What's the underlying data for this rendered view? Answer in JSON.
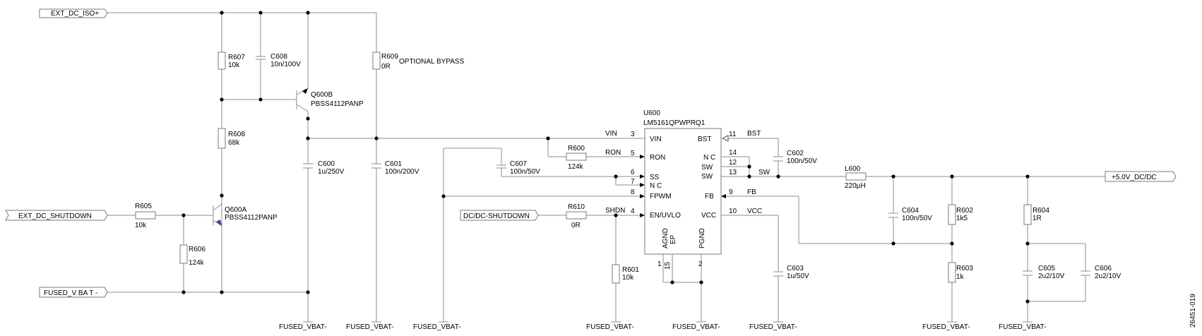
{
  "ports": {
    "ext_dc_iso": "EXT_DC_ISO+",
    "ext_dc_shutdown": "EXT_DC_SHUTDOWN",
    "fused_vbat": "FUSED_V BA T -",
    "dcdc_shutdown": "DC/DC-SHUTDOWN",
    "out_5v": "+5.0V_DC/DC"
  },
  "grounds": {
    "label": "FUSED_VBAT-"
  },
  "parts": {
    "r607": {
      "ref": "R607",
      "val": "10k"
    },
    "c608": {
      "ref": "C608",
      "val": "10n/100V"
    },
    "r609": {
      "ref": "R609",
      "val": "0R",
      "note": "OPTIONAL BYPASS"
    },
    "q600b": {
      "ref": "Q600B",
      "val": "PBSS4112PANP"
    },
    "r608": {
      "ref": "R608",
      "val": "68k"
    },
    "c600": {
      "ref": "C600",
      "val": "1u/250V"
    },
    "c601": {
      "ref": "C601",
      "val": "100n/200V"
    },
    "r605": {
      "ref": "R605",
      "val": "10k"
    },
    "q600a": {
      "ref": "Q600A",
      "val": "PBSS4112PANP"
    },
    "r606": {
      "ref": "R606",
      "val": "124k"
    },
    "c607": {
      "ref": "C607",
      "val": "100n/50V"
    },
    "r600": {
      "ref": "R600",
      "val": "124k"
    },
    "r610": {
      "ref": "R610",
      "val": "0R"
    },
    "r601": {
      "ref": "R601",
      "val": "10k"
    },
    "c602": {
      "ref": "C602",
      "val": "100n/50V"
    },
    "c603": {
      "ref": "C603",
      "val": "1u/50V"
    },
    "l600": {
      "ref": "L600",
      "val": "220µH"
    },
    "c604": {
      "ref": "C604",
      "val": "100n/50V"
    },
    "r602": {
      "ref": "R602",
      "val": "1k5"
    },
    "r603": {
      "ref": "R603",
      "val": "1k"
    },
    "r604": {
      "ref": "R604",
      "val": "1R"
    },
    "c605": {
      "ref": "C605",
      "val": "2u2/10V"
    },
    "c606": {
      "ref": "C606",
      "val": "2u2/10V"
    }
  },
  "ic": {
    "ref": "U600",
    "part": "LM5161QPWPRQ1",
    "left_pins": [
      {
        "num": "3",
        "name": "VIN"
      },
      {
        "num": "5",
        "name": "RON"
      },
      {
        "num": "6",
        "name": "SS"
      },
      {
        "num": "7",
        "name": "N C"
      },
      {
        "num": "8",
        "name": "FPWM"
      },
      {
        "num": "4",
        "name": "EN/UVLO"
      }
    ],
    "right_pins": [
      {
        "num": "11",
        "name": "BST"
      },
      {
        "num": "14",
        "name": "N C"
      },
      {
        "num": "12",
        "name": "SW"
      },
      {
        "num": "13",
        "name": "SW"
      },
      {
        "num": "9",
        "name": "FB"
      },
      {
        "num": "10",
        "name": "VCC"
      }
    ],
    "bottom_pins": [
      {
        "num": "1",
        "name": "AGND"
      },
      {
        "num": "15",
        "name": "EP"
      },
      {
        "num": "2",
        "name": "PGND"
      }
    ]
  },
  "nets": {
    "vin": "VIN",
    "ron": "RON",
    "shdn": "SHDN",
    "bst": "BST",
    "sw": "SW",
    "fb": "FB",
    "vcc": "VCC"
  },
  "figure_id": "26451-019"
}
